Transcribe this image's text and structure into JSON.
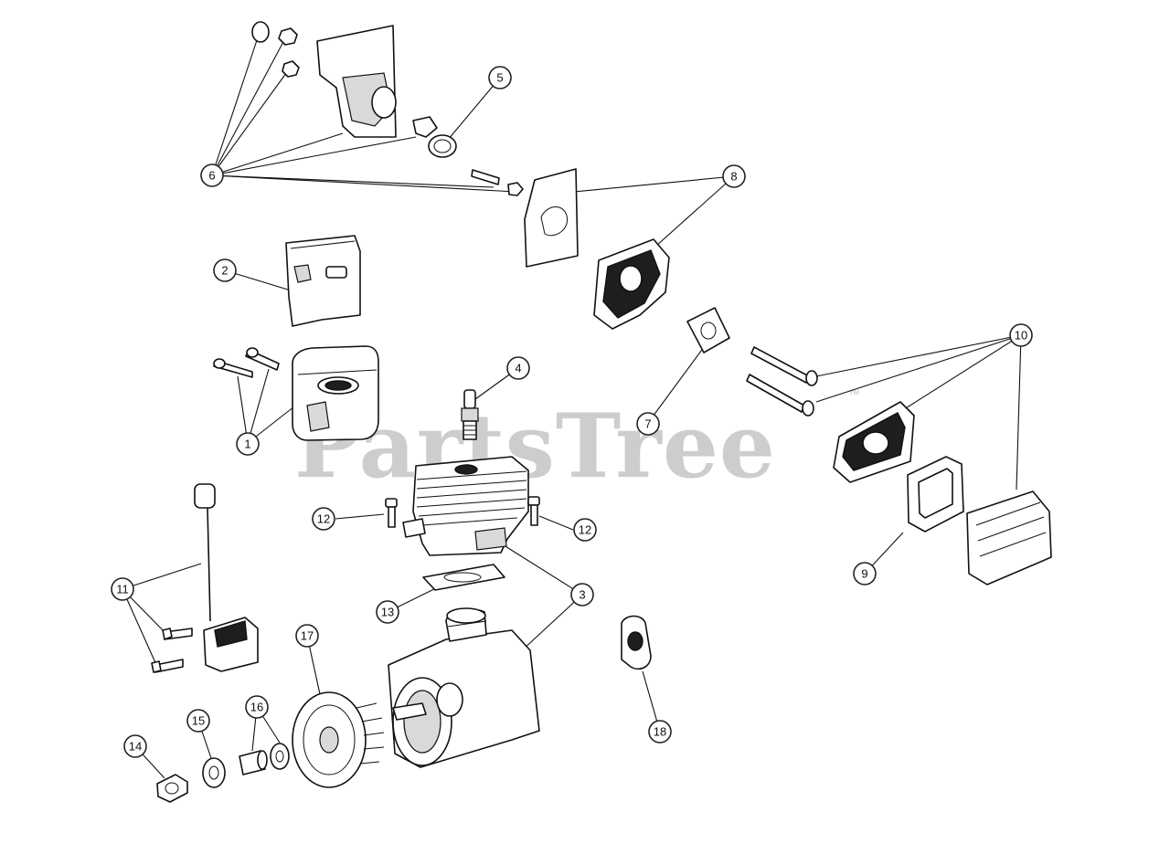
{
  "watermark": {
    "brand": "PartsTree",
    "trademark": "™"
  },
  "callouts": [
    {
      "label": "1"
    },
    {
      "label": "2"
    },
    {
      "label": "3"
    },
    {
      "label": "4"
    },
    {
      "label": "5"
    },
    {
      "label": "6"
    },
    {
      "label": "7"
    },
    {
      "label": "8"
    },
    {
      "label": "9"
    },
    {
      "label": "10"
    },
    {
      "label": "11"
    },
    {
      "label": "12"
    },
    {
      "label": "12"
    },
    {
      "label": "13"
    },
    {
      "label": "14"
    },
    {
      "label": "15"
    },
    {
      "label": "16"
    },
    {
      "label": "17"
    },
    {
      "label": "18"
    }
  ]
}
